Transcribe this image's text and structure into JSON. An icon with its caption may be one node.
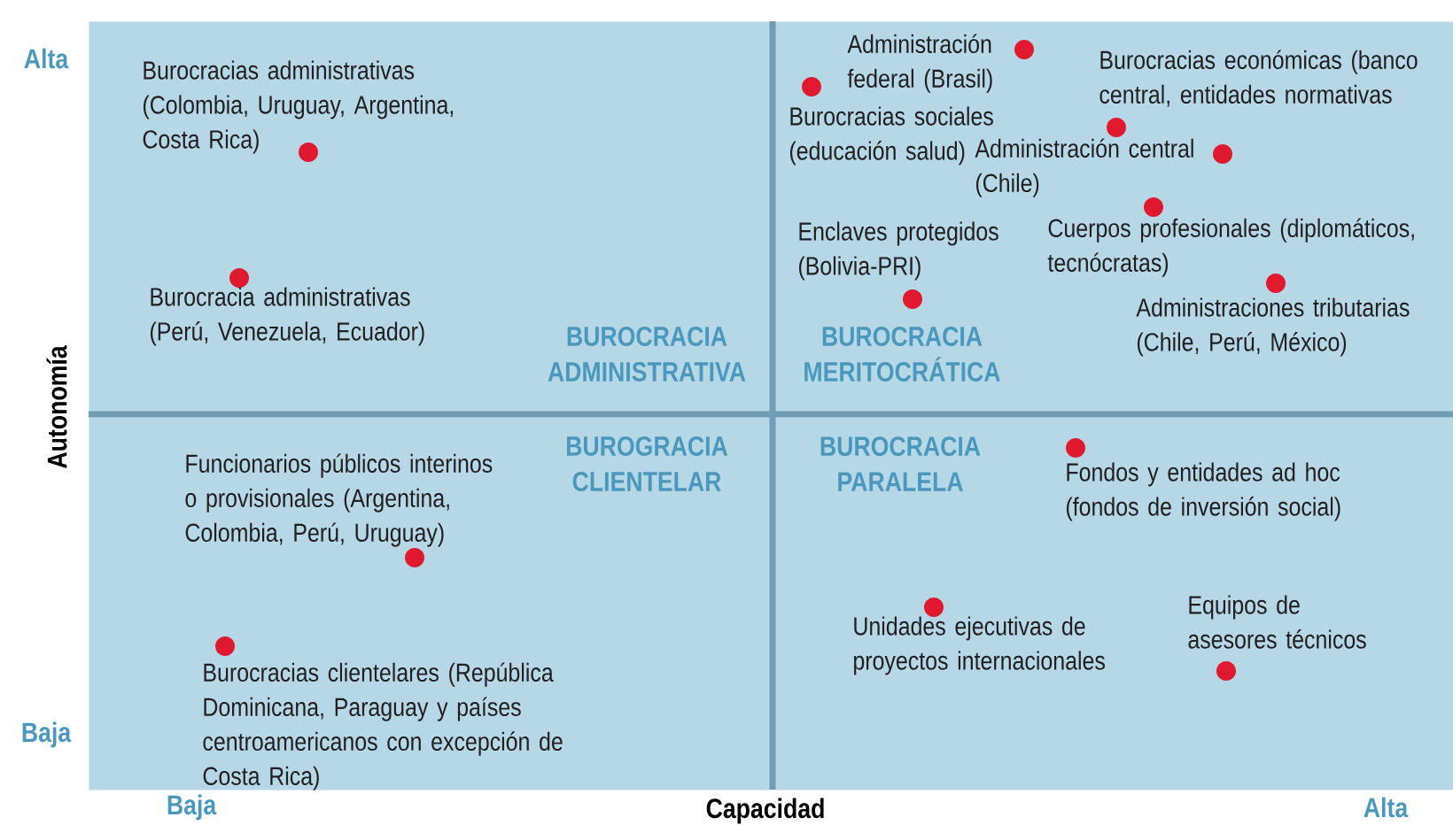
{
  "diagram": {
    "nodes": [
      {
        "text": [
          "BUROCRACIA ADMINISTRATIVA"
        ]
      },
      {
        "text": [
          "Burocracias administrativas (Colombia, Uruguay, Argentina, Costa Rica)"
        ],
        "in": 0
      },
      {
        "text": [
          "Burocracia administrativas (Perú, Venezuela, Ecuador)"
        ],
        "in": 0
      },
      {
        "text": [
          "BUROCRACIA MERITOCRÁTICA"
        ]
      },
      {
        "text": [
          "Administración federal (Brasil)"
        ],
        "in": 3
      },
      {
        "text": [
          "Burocracias sociales (educación salud)"
        ],
        "in": 3
      },
      {
        "text": [
          "Burocracias económicas (banco central, entidades normativas"
        ],
        "in": 3
      },
      {
        "text": [
          "Administración central (Chile)"
        ],
        "in": 3
      },
      {
        "text": [
          "Enclaves protegidos (Bolivia-PRI)"
        ],
        "in": 3
      },
      {
        "text": [
          "Cuerpos profesionales (diplomáticos, tecnócratas)"
        ],
        "in": 3
      },
      {
        "text": [
          "Administraciones tributarias (Chile, Perú, México)"
        ],
        "in": 3
      },
      {
        "text": [
          "BUROGRACIA CLIENTELAR"
        ]
      },
      {
        "text": [
          "Funcionarios públicos interinos o provisionales (Argentina, Colombia, Perú, Uruguay)"
        ],
        "in": 11
      },
      {
        "text": [
          "Burocracias clientelares (República Dominicana, Paraguay y países centroamericanos con excepción de Costa Rica)"
        ],
        "in": 11
      },
      {
        "text": [
          "BUROCRACIA PARALELA"
        ]
      },
      {
        "text": [
          "Fondos y entidades ad hoc (fondos de inversión social)"
        ],
        "in": 14
      },
      {
        "text": [
          "Unidades ejecutivas de proyectos internacionales"
        ],
        "in": 14
      },
      {
        "text": [
          "Equipos de asesores técnicos"
        ],
        "in": 14
      }
    ],
    "labels": [
      "Alta",
      "Autonomía",
      "Baja",
      "Baja",
      "Capacidad",
      "Alta"
    ]
  }
}
